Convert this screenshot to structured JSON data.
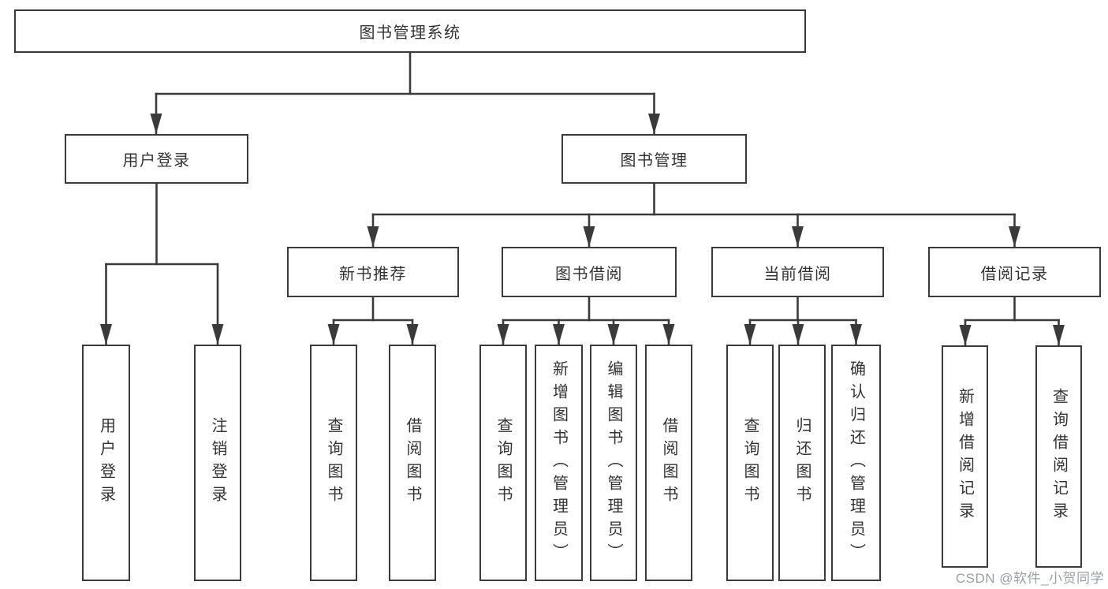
{
  "title": "图书管理系统",
  "level2": {
    "user": {
      "label": "用户登录",
      "children": [
        "用户登录",
        "注销登录"
      ]
    },
    "book": {
      "label": "图书管理"
    }
  },
  "level3": [
    {
      "label": "新书推荐",
      "children": [
        "查询图书",
        "借阅图书"
      ]
    },
    {
      "label": "图书借阅",
      "children": [
        "查询图书",
        "新增图书（管理员）",
        "编辑图书（管理员）",
        "借阅图书"
      ]
    },
    {
      "label": "当前借阅",
      "children": [
        "查询图书",
        "归还图书",
        "确认归还（管理员）"
      ]
    },
    {
      "label": "借阅记录",
      "children": [
        "新增借阅记录",
        "查询借阅记录"
      ]
    }
  ],
  "watermark": "CSDN @软件_小贺同学",
  "colors": {
    "line": "#3a3a3a",
    "text": "#333333",
    "background": "#ffffff",
    "watermark": "#9aa0a5"
  }
}
